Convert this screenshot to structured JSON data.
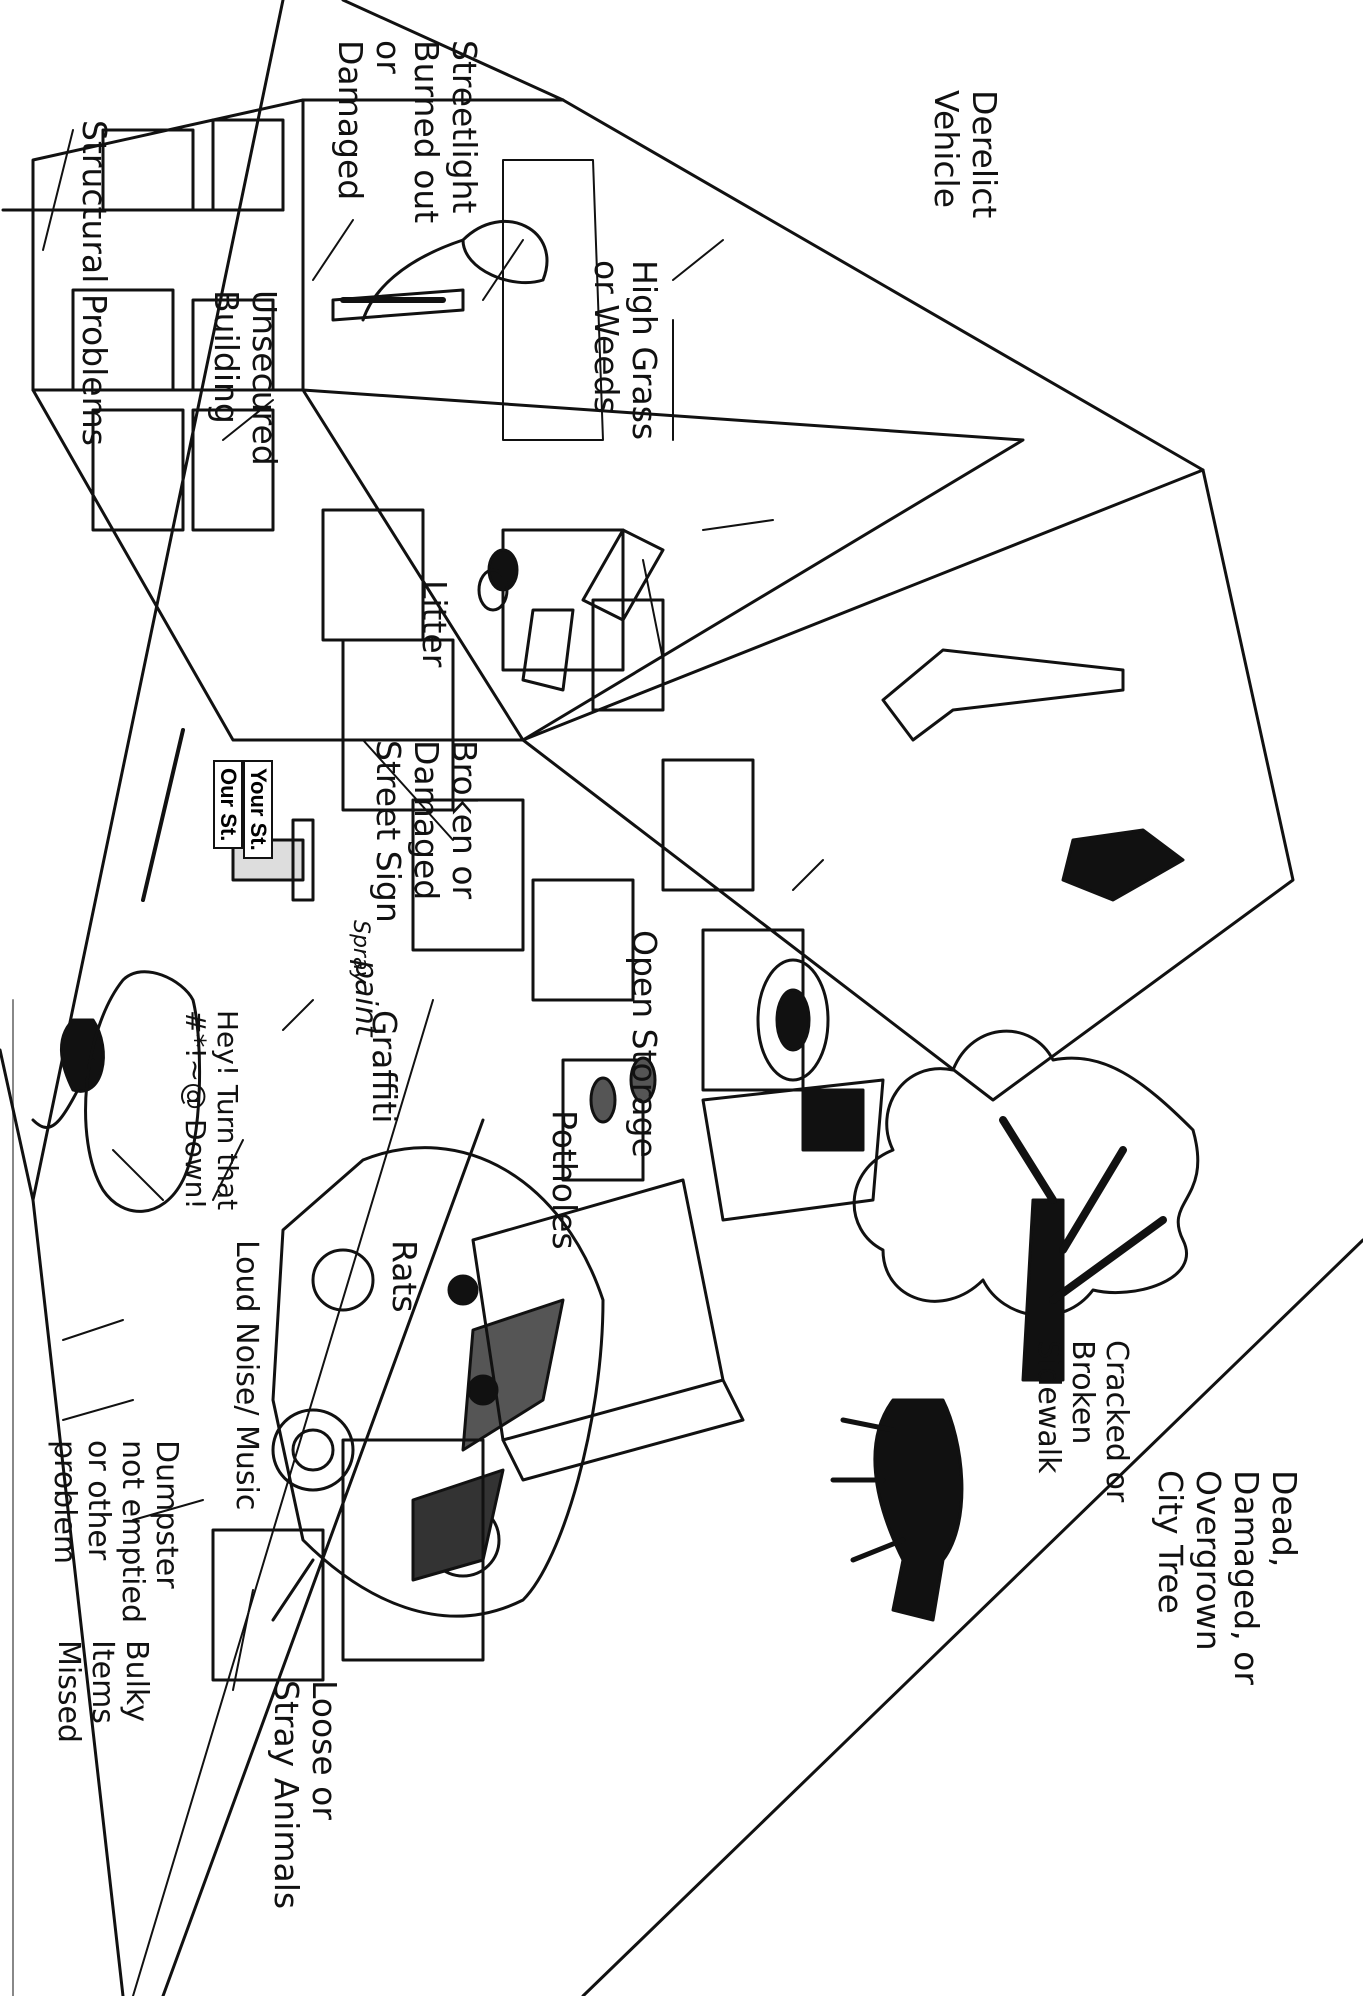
{
  "labels": {
    "structural_problems": "Structural Problems",
    "unsecured_building": "Unsecured\nBuilding",
    "streetlight": "Streetlight\nBurned out\nor\nDamaged",
    "high_grass": "High Grass\nor Weeds",
    "derelict_vehicle": "Derelict\nVehicle",
    "litter": "Litter",
    "street_sign": "Broken or\nDamaged\nStreet Sign",
    "open_storage": "Open Storage",
    "graffiti": "Graffiti",
    "potholes": "Potholes",
    "loud_noise": "Loud Noise/ Music",
    "rats": "Rats",
    "dumpster": "Dumpster\nnot emptied\nor other\nproblem",
    "bulky_items": "Bulky\nItems\nMissed",
    "loose_animals": "Loose or\nStray Animals",
    "city_tree": "Dead,\nDamaged, or\nOvergrown\nCity Tree",
    "sidewalk": "Cracked or\nBroken\nSidewalk"
  },
  "speech_bubble": "Hey! Turn that\n#*!~@ Down!",
  "signs": {
    "our": "Our St.",
    "your": "Your St."
  },
  "spray_text": "Spray",
  "paint_text": "paint"
}
